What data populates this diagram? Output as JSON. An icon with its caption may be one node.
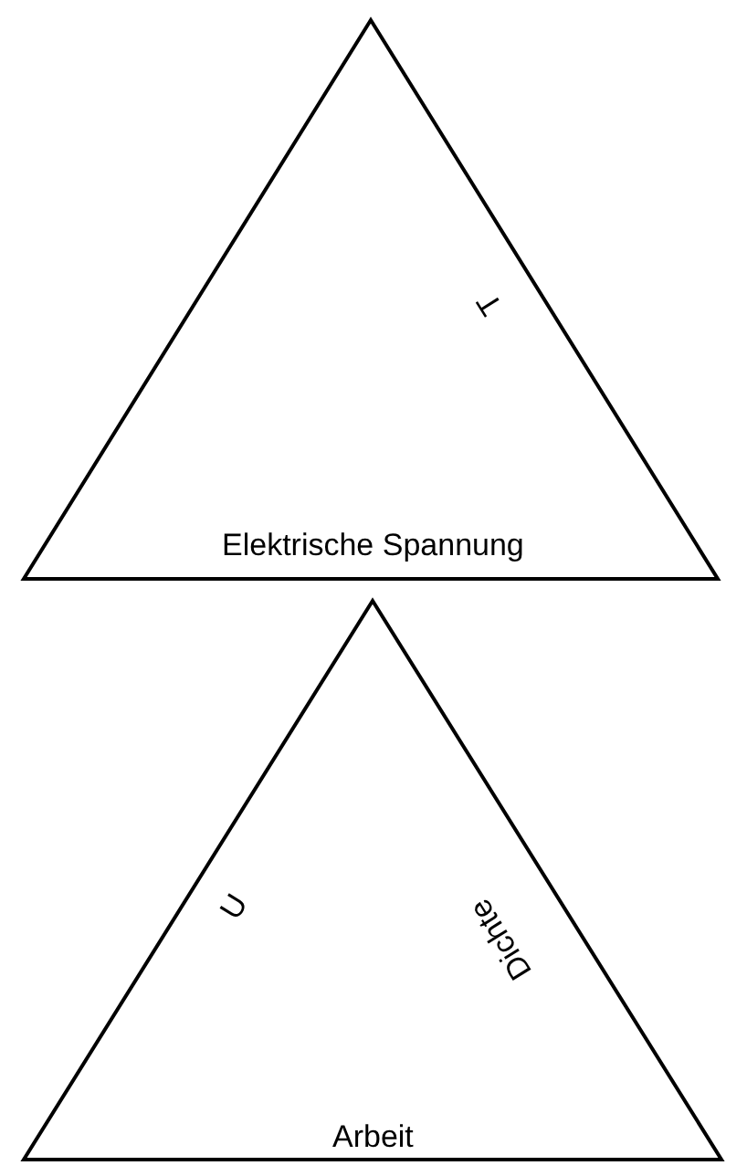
{
  "diagram": {
    "nodes": [
      {
        "text": [
          "T",
          "Elektrische Spannung"
        ]
      },
      {
        "text": [
          "U",
          "Dichte",
          "Arbeit"
        ]
      }
    ]
  }
}
